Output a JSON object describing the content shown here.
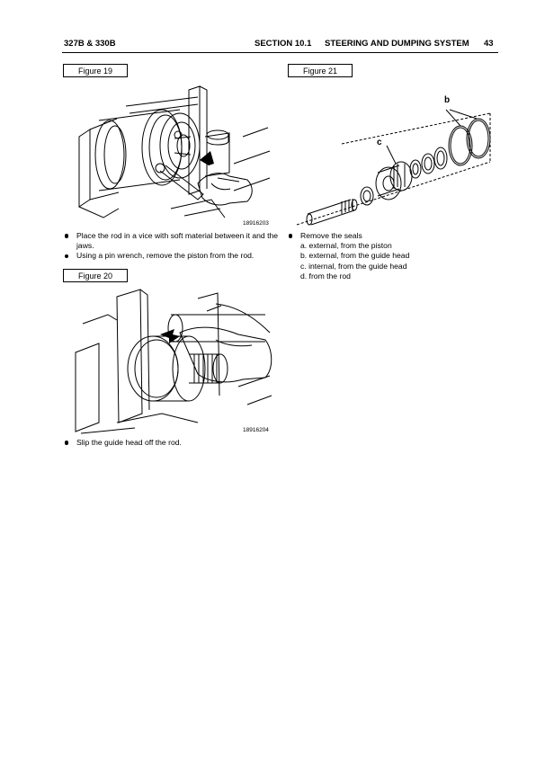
{
  "header": {
    "model": "327B & 330B",
    "section": "SECTION 10.1",
    "title": "STEERING AND DUMPING SYSTEM",
    "page": "43"
  },
  "left_column": {
    "figure19": {
      "label": "Figure 19",
      "number": "18916203"
    },
    "steps1": [
      "Place the rod in a vice with soft material between it and the jaws.",
      "Using a pin wrench, remove the piston from the rod."
    ],
    "figure20": {
      "label": "Figure 20",
      "number": "18916204"
    },
    "steps2": [
      "Slip the guide head off the rod."
    ]
  },
  "right_column": {
    "figure21": {
      "label": "Figure 21",
      "callout_b": "b",
      "callout_c": "c"
    },
    "seals": {
      "intro": "Remove the seals",
      "items": [
        "a.  external, from the piston",
        "b.  external, from the guide head",
        "c.  internal, from the guide head",
        "d.  from the rod"
      ]
    }
  }
}
